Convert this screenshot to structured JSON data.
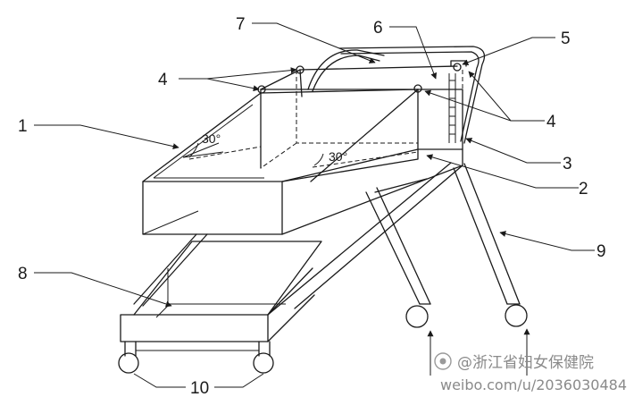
{
  "callouts": {
    "c1": "1",
    "c2": "2",
    "c3": "3",
    "c4_left": "4",
    "c4_right": "4",
    "c5": "5",
    "c6": "6",
    "c7": "7",
    "c8": "8",
    "c9": "9",
    "c10": "10"
  },
  "angles": {
    "left_angle": "30°",
    "right_angle": "30°"
  },
  "watermark": {
    "handle": "@浙江省妇女保健院",
    "url": "weibo.com/u/2036030484"
  }
}
